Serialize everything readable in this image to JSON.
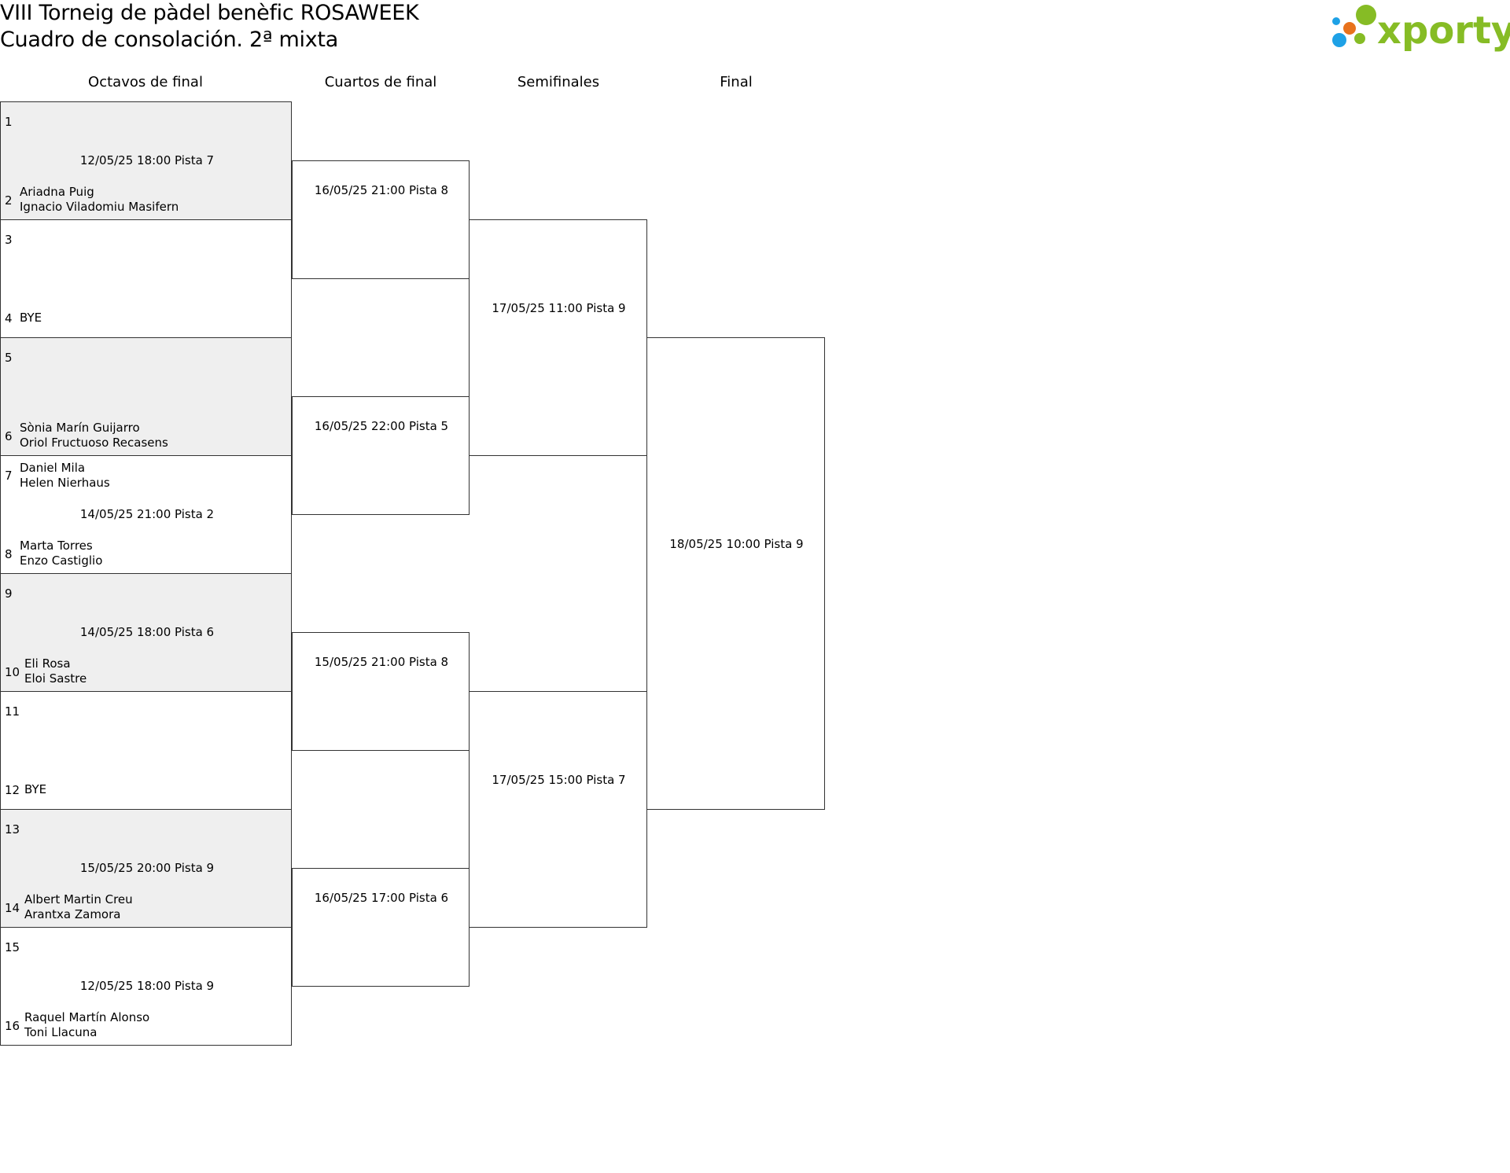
{
  "title": {
    "line1": "VIII Torneig de pàdel benèfic ROSAWEEK",
    "line2": "Cuadro de consolación. 2ª mixta"
  },
  "logo": {
    "text": "xporty",
    "icon": "xporty-dots-logo",
    "colors": {
      "green": "#86bc25",
      "blue": "#1ea1e6",
      "orange": "#e8721c"
    }
  },
  "rounds": {
    "r16": "Octavos de final",
    "qf": "Cuartos de final",
    "sf": "Semifinales",
    "final": "Final"
  },
  "r16": [
    {
      "seed_top": "1",
      "seed_bottom": "2",
      "time": "12/05/25 18:00 Pista 7",
      "top": [],
      "bottom": [
        "Ariadna Puig",
        "Ignacio Viladomiu Masifern"
      ]
    },
    {
      "seed_top": "3",
      "seed_bottom": "4",
      "time": "",
      "top": [],
      "bottom": [
        "BYE"
      ]
    },
    {
      "seed_top": "5",
      "seed_bottom": "6",
      "time": "",
      "top": [],
      "bottom": [
        "Sònia Marín Guijarro",
        "Oriol Fructuoso Recasens"
      ]
    },
    {
      "seed_top": "7",
      "seed_bottom": "8",
      "time": "14/05/25 21:00 Pista 2",
      "top": [
        "Daniel Mila",
        "Helen Nierhaus"
      ],
      "bottom": [
        "Marta Torres",
        "Enzo Castiglio"
      ]
    },
    {
      "seed_top": "9",
      "seed_bottom": "10",
      "time": "14/05/25 18:00 Pista 6",
      "top": [],
      "bottom": [
        "Eli Rosa",
        "Eloi Sastre"
      ]
    },
    {
      "seed_top": "11",
      "seed_bottom": "12",
      "time": "",
      "top": [],
      "bottom": [
        "BYE"
      ]
    },
    {
      "seed_top": "13",
      "seed_bottom": "14",
      "time": "15/05/25 20:00 Pista 9",
      "top": [],
      "bottom": [
        "Albert Martin Creu",
        "Arantxa Zamora"
      ]
    },
    {
      "seed_top": "15",
      "seed_bottom": "16",
      "time": "12/05/25 18:00 Pista 9",
      "top": [],
      "bottom": [
        "Raquel Martín Alonso",
        "Toni Llacuna"
      ]
    }
  ],
  "qf": [
    {
      "time": "16/05/25 21:00 Pista 8"
    },
    {
      "time": "16/05/25 22:00 Pista 5"
    },
    {
      "time": "15/05/25 21:00 Pista 8"
    },
    {
      "time": "16/05/25 17:00 Pista 6"
    }
  ],
  "sf": [
    {
      "time": "17/05/25 11:00 Pista 9"
    },
    {
      "time": "17/05/25 15:00 Pista 7"
    }
  ],
  "final": {
    "time": "18/05/25 10:00 Pista 9"
  }
}
